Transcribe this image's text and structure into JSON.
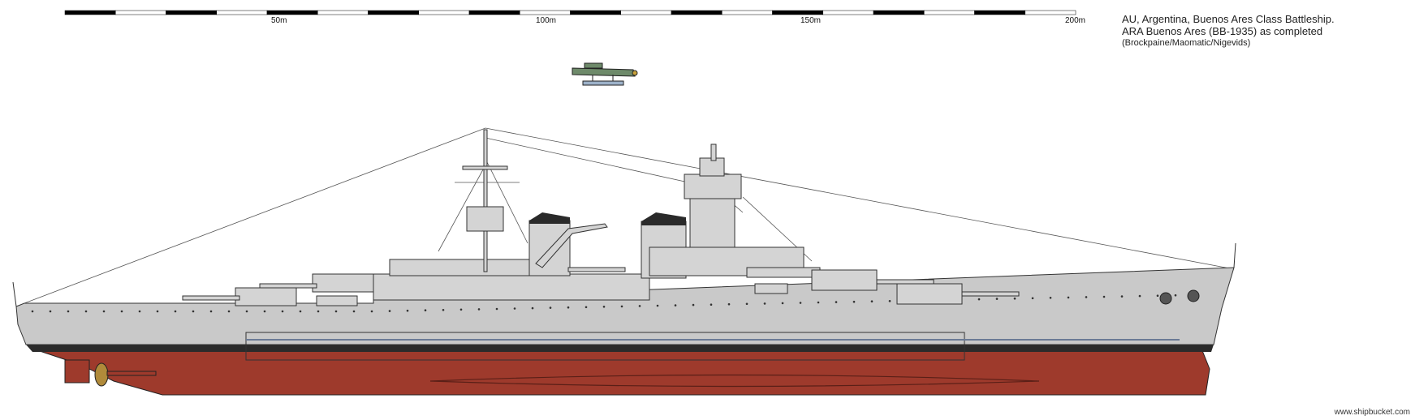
{
  "scale": {
    "labels": [
      "50m",
      "100m",
      "150m",
      "200m"
    ],
    "total_m": 200
  },
  "title": {
    "line1": "AU, Argentina, Buenos Ares Class Battleship.",
    "line2": "ARA Buenos Ares (BB-1935) as completed",
    "line3": "(Brockpaine/Maomatic/Nigevids)"
  },
  "watermark": "www.shipbucket.com",
  "colors": {
    "hull_upper": "#c9c9c9",
    "hull_lower": "#9e3a2c",
    "boot_top": "#2b2b2b",
    "superstructure": "#d4d4d4",
    "funnel_cap": "#2a2a2a",
    "aircraft": "#6e8a6a"
  }
}
